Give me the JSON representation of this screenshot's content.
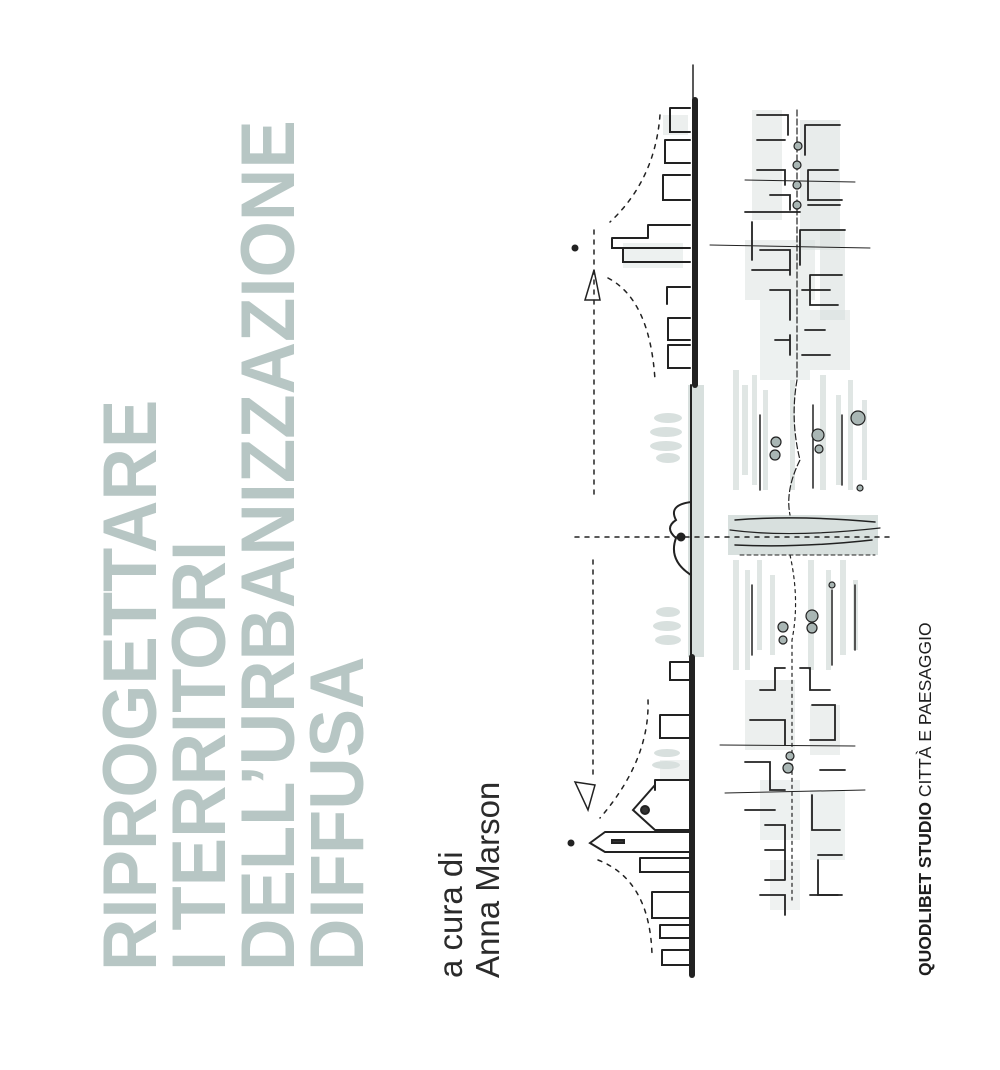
{
  "cover": {
    "background": "#ffffff",
    "title_color": "#b7c6c4",
    "title_lines": [
      "RIPROGETTARE",
      "I TERRITORI",
      "DELL’URBANIZZAZIONE",
      "DIFFUSA"
    ],
    "editor_prefix": "a cura di",
    "editor_name": "Anna Marson",
    "publisher": {
      "name": "QUODLIBET STUDIO",
      "series": "CITTÀ E PAESAGGIO"
    },
    "illustration": {
      "description": "hand-drawn urban section and plan sketch",
      "ink_color": "#222222",
      "wash_color": "#b9c6c4"
    }
  }
}
